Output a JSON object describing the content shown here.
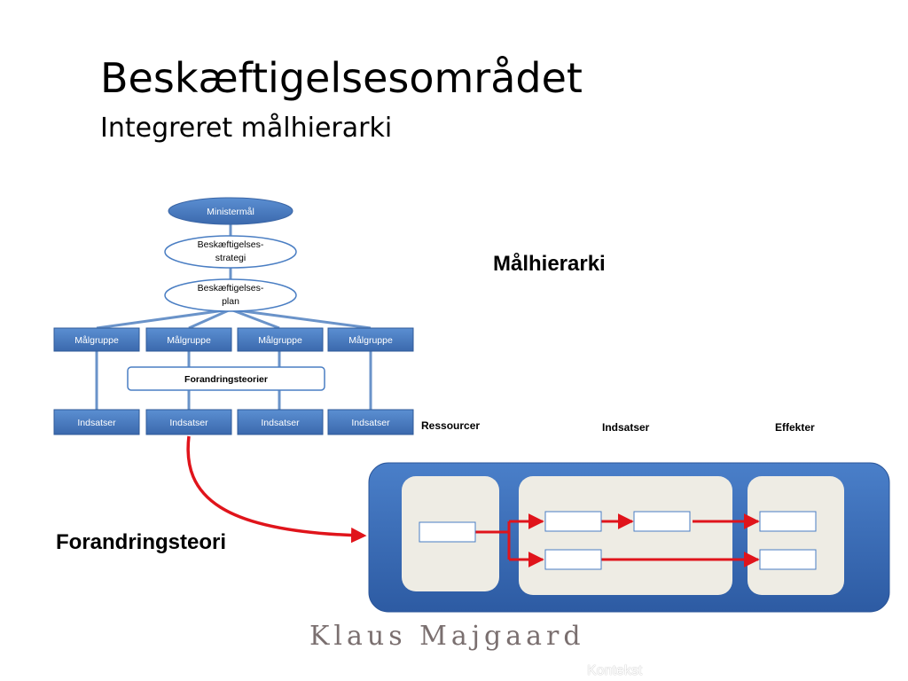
{
  "slide": {
    "title": "Beskæftigelsesområdet",
    "subtitle": "Integreret målhierarki"
  },
  "hierarchy": {
    "top_goal": "Ministermål",
    "strategy_line1": "Beskæftigelses-",
    "strategy_line2": "strategi",
    "plan_line1": "Beskæftigelses-",
    "plan_line2": "plan",
    "target_groups": [
      "Målgruppe",
      "Målgruppe",
      "Målgruppe",
      "Målgruppe"
    ],
    "theory_box": "Forandringsteorier",
    "interventions": [
      "Indsatser",
      "Indsatser",
      "Indsatser",
      "Indsatser"
    ]
  },
  "labels": {
    "goal_hierarchy": "Målhierarki",
    "theory_of_change": "Forandringsteori"
  },
  "logic_model": {
    "columns": [
      "Ressourcer",
      "Indsatser",
      "Effekter"
    ]
  },
  "footer": {
    "author": "Klaus Majgaard",
    "watermark": "Kontekst"
  },
  "colors": {
    "node_blue": "#4a7ec3",
    "line_blue": "#6a93c9",
    "panel_blue": "#3566b0",
    "panel_inner": "#eeece4",
    "arrow_red": "#e0141b",
    "author_gray": "#7a6f6f"
  }
}
